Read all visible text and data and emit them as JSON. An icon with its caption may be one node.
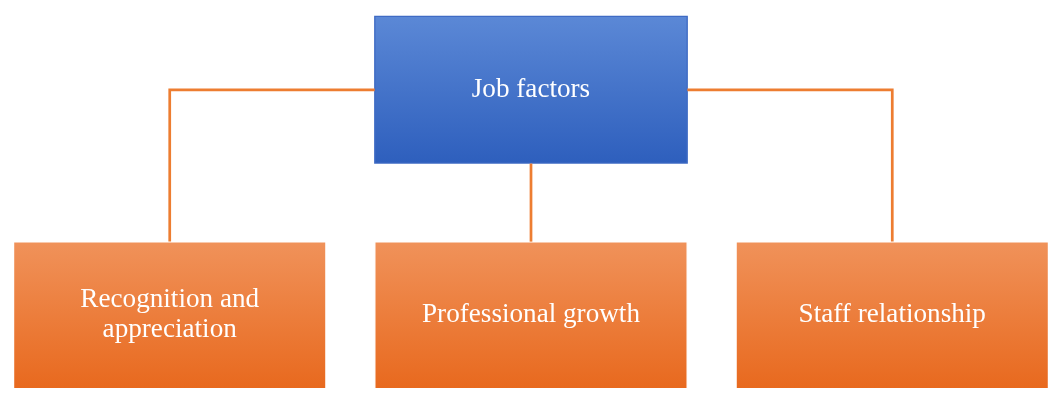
{
  "diagram": {
    "nodes": [
      {
        "text": [
          "Job factors"
        ]
      },
      {
        "text": [
          "Recognition and appreciation"
        ]
      },
      {
        "text": [
          "Professional growth"
        ]
      },
      {
        "text": [
          "Staff relationship"
        ]
      }
    ],
    "edges": [
      {
        "from": 0,
        "to": 1,
        "arrow": "none"
      },
      {
        "from": 0,
        "to": 2,
        "arrow": "none"
      },
      {
        "from": 0,
        "to": 3,
        "arrow": "none"
      }
    ]
  }
}
